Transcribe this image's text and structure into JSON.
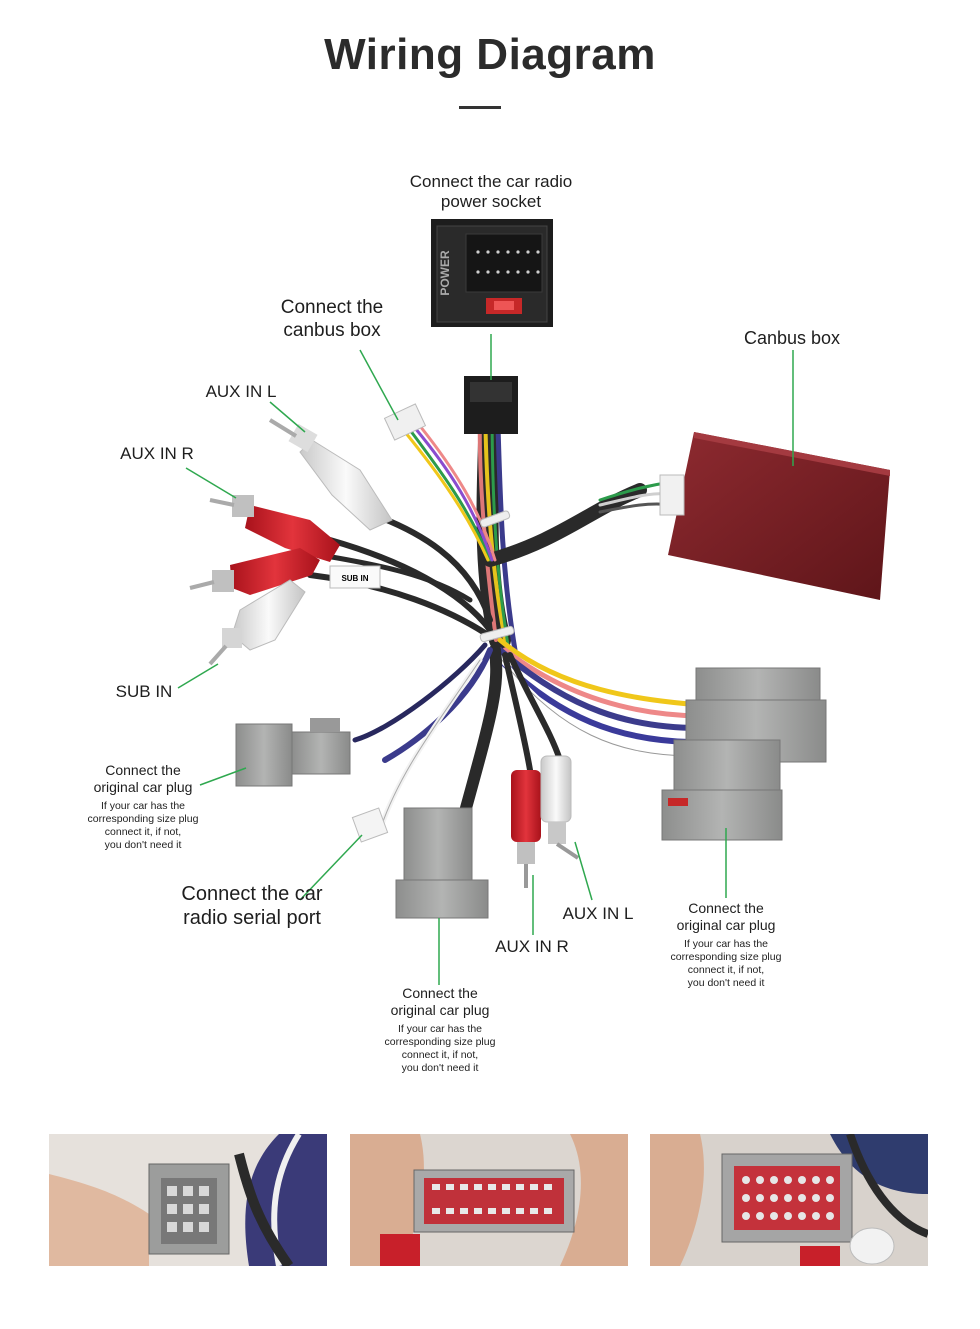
{
  "title": "Wiring Diagram",
  "labels": {
    "power_socket": "Connect the car radio\npower socket",
    "canbus_connect": "Connect the\ncanbus box",
    "canbus_box": "Canbus box",
    "aux_in_l_top": "AUX IN L",
    "aux_in_r_top": "AUX IN R",
    "sub_in": "SUB IN",
    "original_plug_left": "Connect the\noriginal car plug",
    "original_plug_left_note": "If your car has the\ncorresponding size plug\nconnect it, if not,\nyou don't need it",
    "serial_port": "Connect the car\nradio  serial port",
    "original_plug_bottom": "Connect the\noriginal car plug",
    "original_plug_bottom_note": "If your car has the\ncorresponding size plug\nconnect it, if not,\nyou don't need it",
    "aux_in_r_bottom": "AUX IN R",
    "aux_in_l_bottom": "AUX IN L",
    "original_plug_right": "Connect the\noriginal car plug",
    "original_plug_right_note": "If your car has the\ncorresponding size plug\nconnect it, if not,\nyou don't need it"
  },
  "photo_text": {
    "power_plate": "POWER",
    "sub_in_tag": "SUB IN"
  },
  "colors": {
    "leader_line": "#2fa84f",
    "connector_grey": "#9a9b9a",
    "canbus_box": "#7a1f25",
    "rca_red": "#d0202a",
    "rca_white": "#ececec"
  },
  "photos": [
    {
      "name": "photo-left-plug"
    },
    {
      "name": "photo-middle-plug"
    },
    {
      "name": "photo-right-plug"
    }
  ]
}
